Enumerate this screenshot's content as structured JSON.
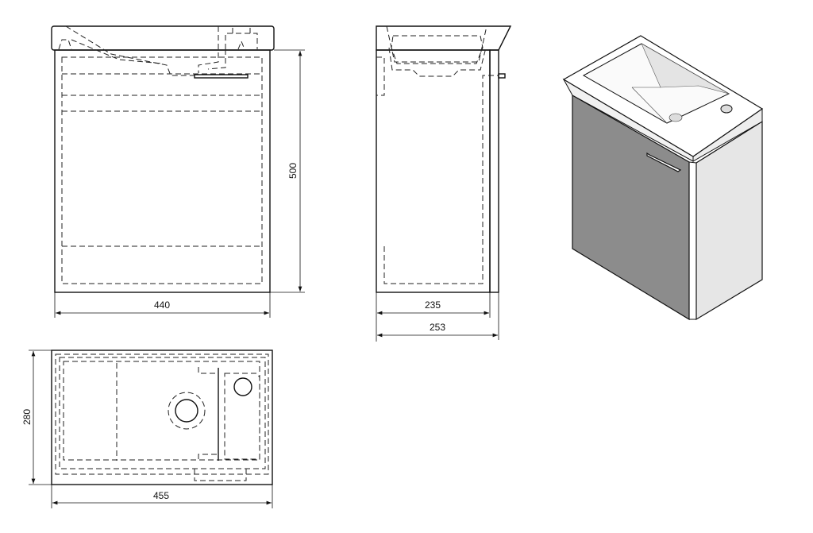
{
  "title": "Vanity unit with washbasin – dimension drawing",
  "front_view": {
    "width_label": "440",
    "height_label": "500"
  },
  "side_view": {
    "depth_cabinet_label": "235",
    "depth_total_label": "253"
  },
  "top_view": {
    "width_label": "455",
    "depth_label": "280"
  },
  "colors": {
    "door": "#8c8c8c",
    "side": "#e6e6e6",
    "line": "#111111"
  }
}
